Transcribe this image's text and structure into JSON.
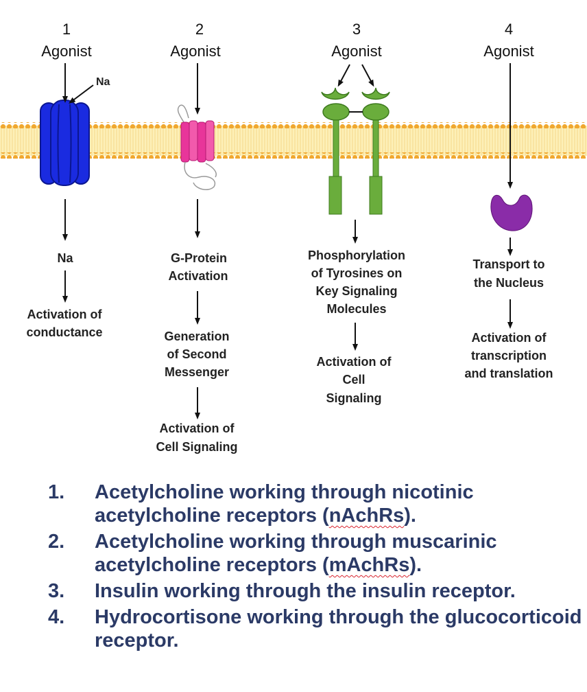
{
  "columns": [
    {
      "number": "1",
      "agonist": "Agonist",
      "ion_label": "Na",
      "steps": [
        [
          "Na"
        ],
        [
          "Activation of",
          "conductance"
        ]
      ]
    },
    {
      "number": "2",
      "agonist": "Agonist",
      "steps": [
        [
          "G-Protein",
          "Activation"
        ],
        [
          "Generation",
          "of Second",
          "Messenger"
        ],
        [
          "Activation of",
          "Cell Signaling"
        ]
      ]
    },
    {
      "number": "3",
      "agonist": "Agonist",
      "steps": [
        [
          "Phosphorylation",
          "of Tyrosines on",
          "Key Signaling",
          "Molecules"
        ],
        [
          "Activation of",
          "Cell",
          "Signaling"
        ]
      ]
    },
    {
      "number": "4",
      "agonist": "Agonist",
      "steps": [
        [
          "Transport to",
          "the Nucleus"
        ],
        [
          "Activation of",
          "transcription",
          "and translation"
        ]
      ]
    }
  ],
  "captions": [
    {
      "number": "1.",
      "pre": "Acetylcholine working through nicotinic acetylcholine receptors (",
      "flagged": "nAchRs",
      "post": ")."
    },
    {
      "number": "2.",
      "pre": "Acetylcholine working through muscarinic acetylcholine receptors (",
      "flagged": "mAchRs",
      "post": ")."
    },
    {
      "number": "3.",
      "pre": "Insulin working through the insulin receptor.",
      "flagged": "",
      "post": ""
    },
    {
      "number": "4.",
      "pre": "Hydrocortisone working through the glucocorticoid receptor.",
      "flagged": "",
      "post": ""
    }
  ],
  "colors": {
    "membrane_bead": "#f0a830",
    "membrane_tail": "#fdf0b8",
    "nicotinic_channel": "#1a2be0",
    "muscarinic_receptor": "#e8359a",
    "insulin_receptor": "#6aad3c",
    "glucocorticoid_receptor": "#8a2ca8",
    "caption_text": "#2b3a66",
    "spellcheck_underline": "#d9232e"
  }
}
